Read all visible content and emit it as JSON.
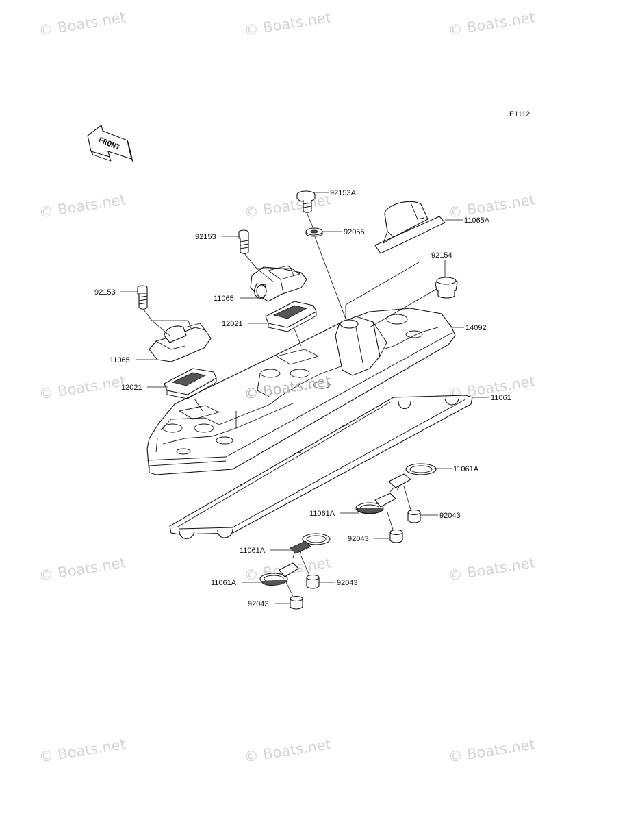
{
  "diagram_code": "E1112",
  "watermark": "© Boats.net",
  "front_arrow_label": "FRONT",
  "labels": {
    "p92153A": "92153A",
    "p92055": "92055",
    "p11065A": "11065A",
    "p92153_top": "92153",
    "p92154": "92154",
    "p92153_left": "92153",
    "p11065_top": "11065",
    "p12021_top": "12021",
    "p14092": "14092",
    "p11065_left": "11065",
    "p12021_left": "12021",
    "p11061": "11061",
    "p11061A_1": "11061A",
    "p11061A_2": "11061A",
    "p92043_1": "92043",
    "p92043_2": "92043",
    "p11061A_3": "11061A",
    "p11061A_4": "11061A",
    "p92043_3": "92043",
    "p92043_4": "92043"
  }
}
